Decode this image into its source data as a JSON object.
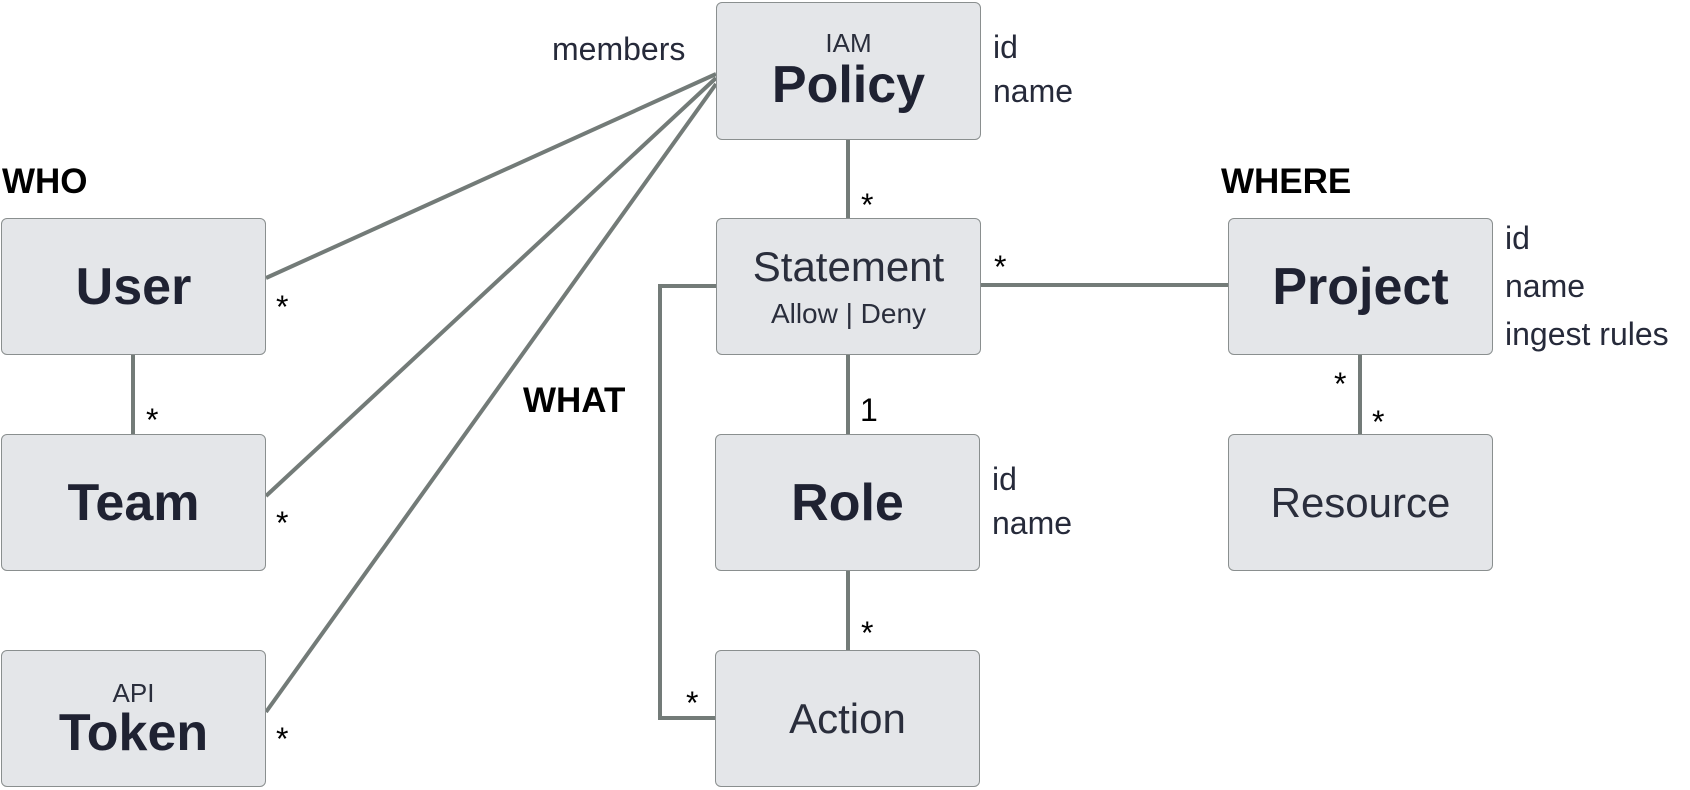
{
  "headings": {
    "who": "WHO",
    "what": "WHAT",
    "where": "WHERE"
  },
  "entities": {
    "policy": {
      "prefix": "IAM",
      "title": "Policy",
      "attributes": [
        "id",
        "name"
      ],
      "side_label": "members"
    },
    "statement": {
      "title": "Statement",
      "subtitle": "Allow | Deny"
    },
    "role": {
      "title": "Role",
      "attributes": [
        "id",
        "name"
      ]
    },
    "action": {
      "title": "Action"
    },
    "user": {
      "title": "User"
    },
    "team": {
      "title": "Team"
    },
    "token": {
      "prefix": "API",
      "title": "Token"
    },
    "project": {
      "title": "Project",
      "attributes": [
        "id",
        "name",
        "ingest rules"
      ]
    },
    "resource": {
      "title": "Resource"
    }
  },
  "multiplicities": {
    "policy_statement": "*",
    "statement_project": "*",
    "statement_role": "1",
    "role_action": "*",
    "statement_action": "*",
    "user_policy": "*",
    "team_policy": "*",
    "token_policy": "*",
    "user_team": "*",
    "project_resource_top": "*",
    "project_resource_bottom": "*"
  },
  "colors": {
    "box_fill": "#e4e6e9",
    "box_border": "#8a8f8f",
    "connector": "#737b78",
    "text": "#262a3a"
  }
}
